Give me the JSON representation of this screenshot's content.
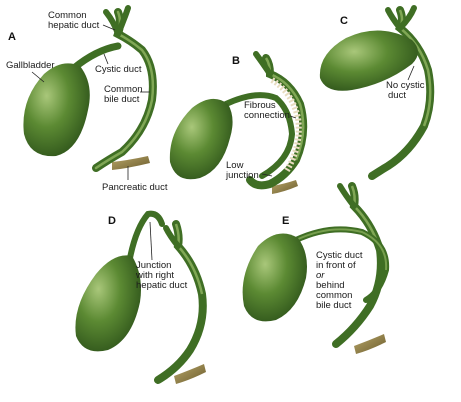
{
  "panels": {
    "a": {
      "letter": "A",
      "labels": {
        "common_hepatic_1": "Common",
        "common_hepatic_2": "hepatic duct",
        "gallbladder": "Gallbladder",
        "cystic_duct": "Cystic duct",
        "common_bile_1": "Common",
        "common_bile_2": "bile duct",
        "pancreatic": "Pancreatic duct"
      }
    },
    "b": {
      "letter": "B",
      "labels": {
        "fibrous_1": "Fibrous",
        "fibrous_2": "connection",
        "low_1": "Low",
        "low_2": "junction"
      }
    },
    "c": {
      "letter": "C",
      "labels": {
        "no_cystic_1": "No cystic",
        "no_cystic_2": "duct"
      }
    },
    "d": {
      "letter": "D",
      "labels": {
        "junction_1": "Junction",
        "junction_2": "with right",
        "junction_3": "hepatic duct"
      }
    },
    "e": {
      "letter": "E",
      "labels": {
        "e_1": "Cystic duct",
        "e_2": "in front of",
        "e_3": "or",
        "e_4": "behind",
        "e_5": "common",
        "e_6": "bile duct"
      }
    }
  },
  "colors": {
    "organ_dark": "#2f5a1d",
    "organ_mid": "#5c8a33",
    "organ_light": "#a9c77a",
    "pancreatic_duct": "#8a7a45",
    "fibrous": "#e8dcc0"
  }
}
